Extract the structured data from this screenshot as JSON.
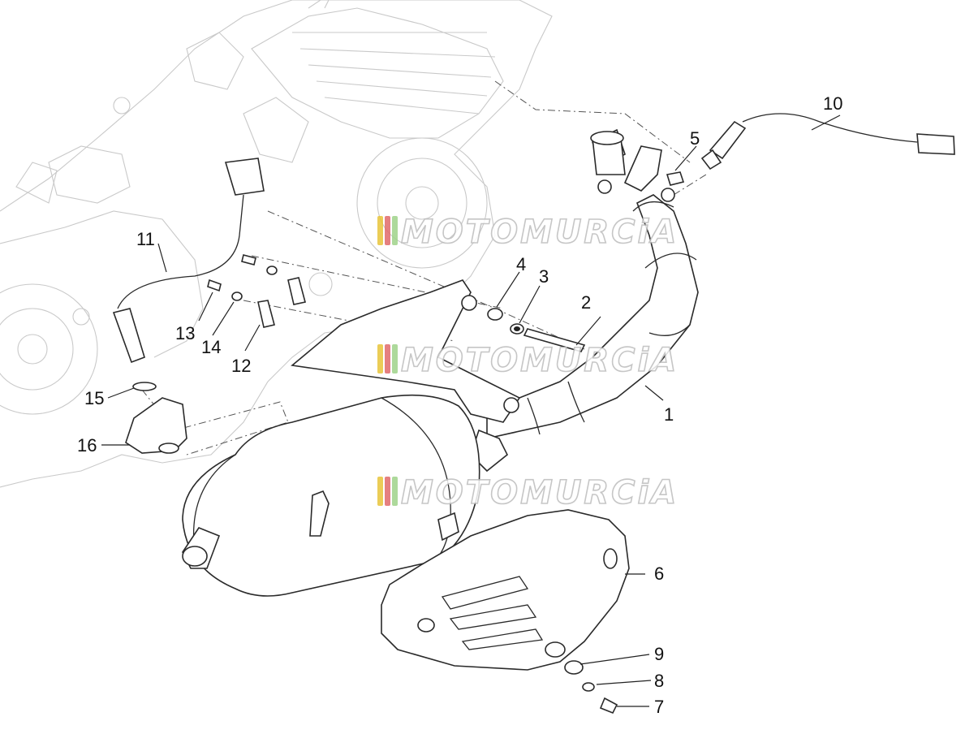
{
  "watermark": {
    "text": "MOTOMURCiA",
    "stripe_colors": [
      "#e8c43a",
      "#e06a6a",
      "#9fd28a"
    ]
  },
  "callouts": [
    {
      "id": "1",
      "label": "1"
    },
    {
      "id": "2",
      "label": "2"
    },
    {
      "id": "3",
      "label": "3"
    },
    {
      "id": "4",
      "label": "4"
    },
    {
      "id": "5",
      "label": "5"
    },
    {
      "id": "6",
      "label": "6"
    },
    {
      "id": "7",
      "label": "7"
    },
    {
      "id": "8",
      "label": "8"
    },
    {
      "id": "9",
      "label": "9"
    },
    {
      "id": "10",
      "label": "10"
    },
    {
      "id": "11",
      "label": "11"
    },
    {
      "id": "12",
      "label": "12"
    },
    {
      "id": "13",
      "label": "13"
    },
    {
      "id": "14",
      "label": "14"
    },
    {
      "id": "15",
      "label": "15"
    },
    {
      "id": "16",
      "label": "16"
    }
  ]
}
